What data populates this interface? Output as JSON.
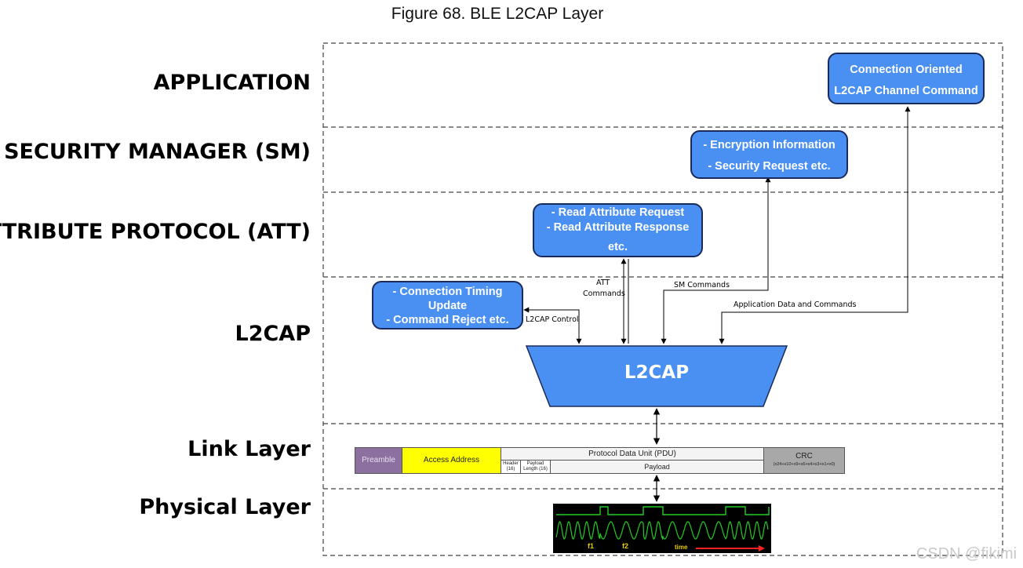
{
  "figure_title": "Figure 68. BLE L2CAP Layer",
  "layers": {
    "application": "APPLICATION",
    "security_manager": "SECURITY MANAGER (SM)",
    "attribute_protocol": "ATTRIBUTE PROTOCOL (ATT)",
    "l2cap": "L2CAP",
    "link_layer": "Link Layer",
    "physical_layer": "Physical Layer"
  },
  "boxes": {
    "connection_oriented": [
      "Connection Oriented",
      "L2CAP Channel Command"
    ],
    "encryption": [
      "- Encryption Information",
      "- Security Request etc."
    ],
    "att_requests": [
      "- Read Attribute Request",
      "- Read Attribute Response",
      "etc."
    ],
    "connection_timing": [
      "- Connection Timing",
      "Update",
      "- Command Reject etc."
    ]
  },
  "l2cap_block": "L2CAP",
  "arrow_labels": {
    "l2cap_control": "L2CAP Control",
    "att_commands_1": "ATT",
    "att_commands_2": "Commands",
    "sm_commands": "SM Commands",
    "app_data": "Application Data and Commands"
  },
  "packet": {
    "preamble": "Preamble",
    "access_address": "Access Address",
    "pdu": "Protocol Data Unit (PDU)",
    "header_1": "Header",
    "header_2": "(16)",
    "payload_length_1": "Payload",
    "payload_length_2": "Length (16)",
    "payload": "Payload",
    "crc": "CRC",
    "crc_poly": "(x24+x10+x9+x6+x4+x3+x1+x0)"
  },
  "signal": {
    "f1": "f1",
    "f2": "f2",
    "time": "time"
  },
  "watermark": "CSDN @fikimi",
  "colors": {
    "box_fill": "#4a90f2",
    "box_border": "#1a2a5a",
    "preamble": "#8c70a0",
    "access_address": "#ffff00",
    "crc": "#a8a8a8",
    "signal_bg": "#000000",
    "signal_wave": "#22cc22"
  }
}
